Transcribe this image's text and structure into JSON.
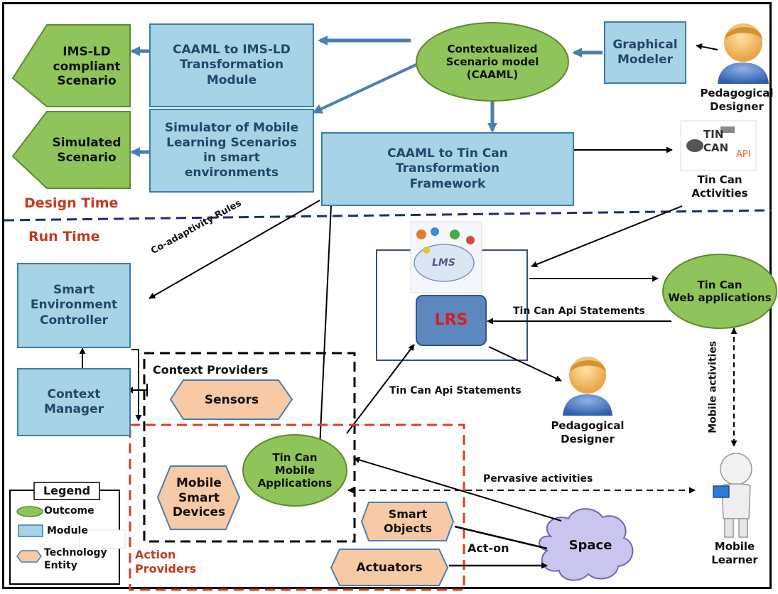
{
  "colors": {
    "module_fill": "#a7d3e6",
    "module_border": "#3b7ea8",
    "outcome_fill": "#8fc45a",
    "tech_fill": "#f7c9a4",
    "section_label": "#c43a1f",
    "lrs_fill": "#5d88bf",
    "lrs_text": "#d61f1f"
  },
  "sections": {
    "design_time": "Design Time",
    "run_time": "Run Time"
  },
  "outcomes": {
    "ims_ld": [
      "IMS-LD",
      "compliant",
      "Scenario"
    ],
    "simulated": [
      "Simulated",
      "Scenario"
    ],
    "contextualized": [
      "Contextualized",
      "Scenario model",
      "(CAAML)"
    ],
    "web_apps": [
      "Tin Can",
      "Web applications"
    ],
    "mobile_apps": [
      "Tin Can",
      "Mobile",
      "Applications"
    ]
  },
  "modules": {
    "caaml_imsld": [
      "CAAML to IMS-LD",
      "Transformation",
      "Module"
    ],
    "simulator": [
      "Simulator of  Mobile",
      "Learning Scenarios",
      "in smart",
      "environments"
    ],
    "graphical": [
      "Graphical",
      "Modeler"
    ],
    "caaml_tincan": [
      "CAAML to Tin Can",
      "Transformation",
      "Framework"
    ],
    "smart_env": [
      "Smart",
      "Environment",
      "Controller"
    ],
    "context_mgr": [
      "Context",
      "Manager"
    ],
    "lrs": "LRS"
  },
  "tech": {
    "sensors": "Sensors",
    "mobile_devices": [
      "Mobile",
      "Smart",
      "Devices"
    ],
    "smart_objects": [
      "Smart",
      "Objects"
    ],
    "actuators": "Actuators"
  },
  "cloud": "Space",
  "actors": {
    "ped_top": [
      "Pedagogical",
      "Designer"
    ],
    "ped_mid": [
      "Pedagogical",
      "Designer"
    ],
    "learner": [
      "Mobile",
      "Learner"
    ]
  },
  "logos": {
    "tincan_line1": "TIN",
    "tincan_line2": "CAN",
    "tincan_api": "API",
    "lms": "LMS",
    "tincan_caption": [
      "Tin Can",
      "Activities"
    ]
  },
  "groups": {
    "context_providers": "Context Providers",
    "action_providers": [
      "Action",
      "Providers"
    ]
  },
  "edge_labels": {
    "co_adaptivity": "Co-adaptivity Rules",
    "statements_top": "Tin Can Api Statements",
    "statements_mid": "Tin Can Api Statements",
    "pervasive": "Pervasive  activities",
    "act_on": "Act-on",
    "mobile_activities": "Mobile activities"
  },
  "legend": {
    "title": "Legend",
    "outcome": "Outcome",
    "module": "Module",
    "technology": [
      "Technology",
      "Entity"
    ]
  }
}
